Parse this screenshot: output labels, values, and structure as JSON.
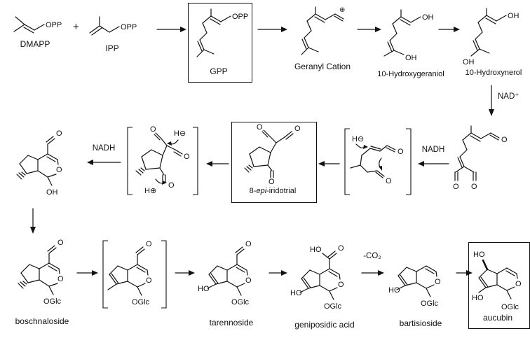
{
  "atoms": {
    "opp": "OPP",
    "oh": "OH",
    "ho": "HO",
    "o": "O",
    "oglc": "OGlc",
    "hydride": "H⊖",
    "proton": "H⊕",
    "cation": "⊕"
  },
  "operators": {
    "plus": "+"
  },
  "reagents": {
    "nad": "NAD⁺",
    "nadh": "NADH",
    "minus_co2": "-CO₂"
  },
  "compounds": {
    "dmapp": "DMAPP",
    "ipp": "IPP",
    "gpp": "GPP",
    "geranyl_cation": "Geranyl Cation",
    "hydroxygeraniol": "10-Hydroxygeraniol",
    "hydroxynerol": "10-Hydroxynerol",
    "iridotrial_prefix": "8-",
    "iridotrial_epi": "epi",
    "iridotrial_suffix": "-iridotrial",
    "boschnaloside": "boschnaloside",
    "tarennoside": "tarennoside",
    "geniposidic_acid": "geniposidic acid",
    "bartisioside": "bartisioside",
    "aucubin": "aucubin"
  }
}
